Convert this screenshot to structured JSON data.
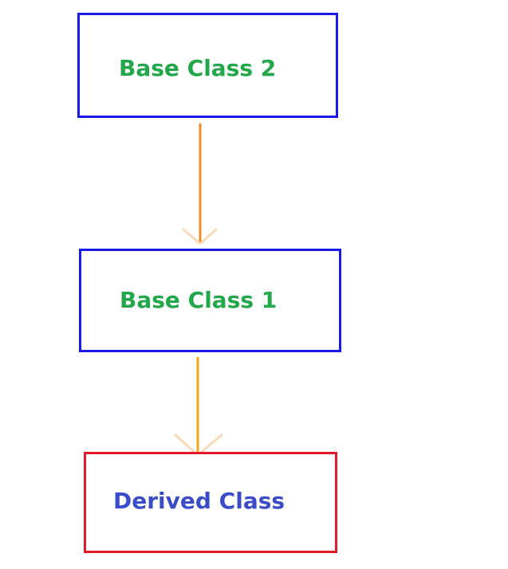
{
  "nodes": {
    "base2": {
      "label": "Base Class 2"
    },
    "base1": {
      "label": "Base Class 1"
    },
    "derived": {
      "label": "Derived Class"
    }
  },
  "colors": {
    "base_border": "#1a1ae6",
    "derived_border": "#e21a2a",
    "base_text": "#22a84a",
    "derived_text": "#3b4cc9",
    "arrow_upper": "#f08a24",
    "arrow_lower": "#f0a420",
    "arrowhead": "#fbd9b8"
  },
  "edges": [
    {
      "from": "base2",
      "to": "base1"
    },
    {
      "from": "base1",
      "to": "derived"
    }
  ]
}
